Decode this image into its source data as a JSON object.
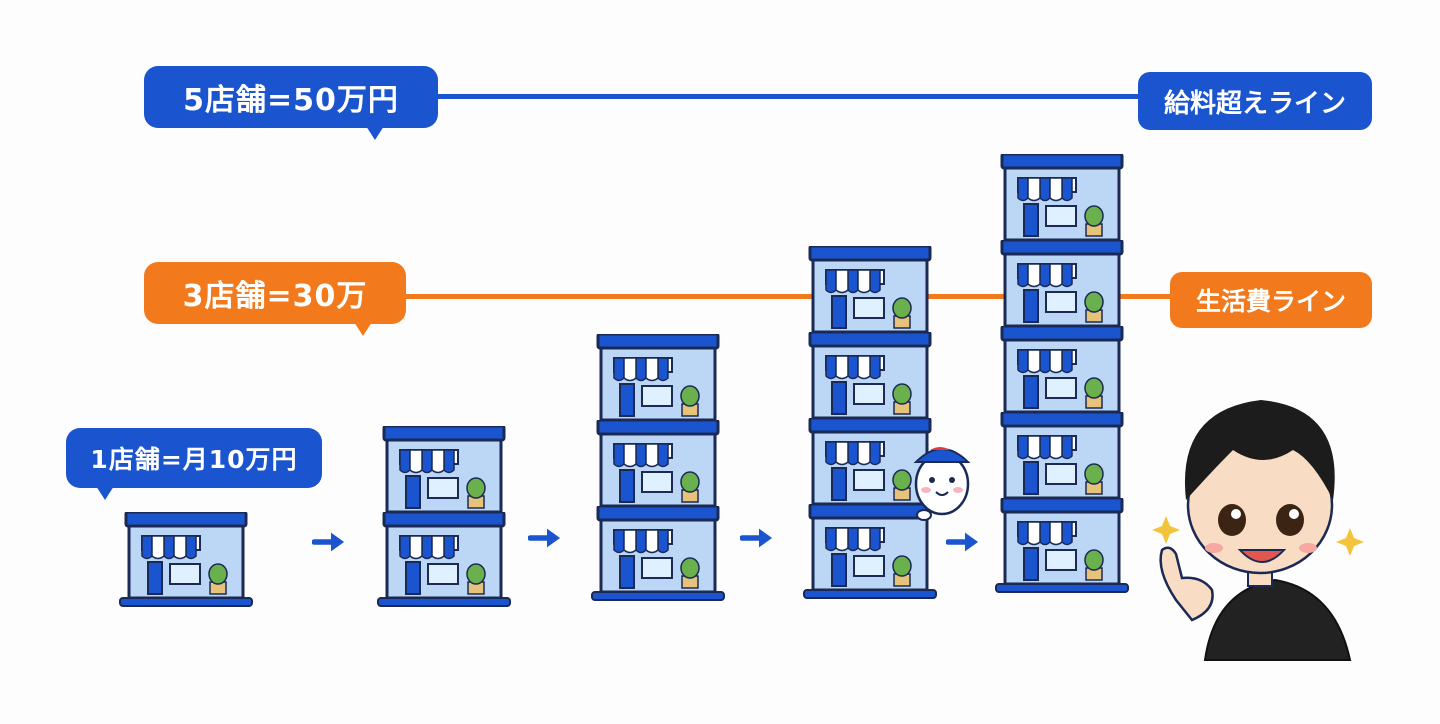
{
  "labels": {
    "top_bubble": "5店舗=50万円",
    "top_tag": "給料超えライン",
    "mid_bubble": "3店舗=30万",
    "mid_tag": "生活費ライン",
    "low_bubble": "1店舗=月10万円"
  },
  "stacks": [
    {
      "floors": 1
    },
    {
      "floors": 2
    },
    {
      "floors": 3
    },
    {
      "floors": 4
    },
    {
      "floors": 5
    }
  ],
  "colors": {
    "blue": "#1a55cf",
    "orange": "#f27a1c",
    "building_fill": "#bcd6f5",
    "building_stroke": "#1a2a55",
    "skin": "#f9dcc4",
    "hair": "#1c1c1c",
    "sparkle": "#f3c33b"
  },
  "icons": [
    "arrow-right-icon",
    "storefront-icon",
    "hamster-mascot-icon",
    "boy-pointing-icon",
    "sparkle-icon"
  ]
}
